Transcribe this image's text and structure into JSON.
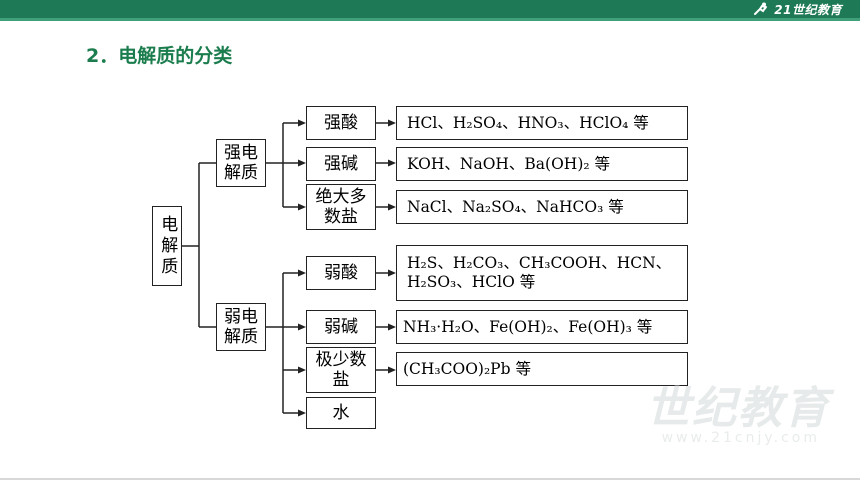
{
  "header": {
    "logo_text": "21世纪教育",
    "accent_color": "#1e7a56"
  },
  "title": "2．电解质的分类",
  "root": "电解质",
  "branches": {
    "strong": {
      "label": "强电解质",
      "items": [
        {
          "label": "强酸",
          "content": "HCl、H₂SO₄、HNO₃、HClO₄ 等"
        },
        {
          "label": "强碱",
          "content": "KOH、NaOH、Ba(OH)₂ 等"
        },
        {
          "label": "绝大多数盐",
          "content": "NaCl、Na₂SO₄、NaHCO₃ 等"
        }
      ]
    },
    "weak": {
      "label": "弱电解质",
      "items": [
        {
          "label": "弱酸",
          "content_line1": "H₂S、H₂CO₃、CH₃COOH、HCN、",
          "content_line2": "H₂SO₃、HClO 等"
        },
        {
          "label": "弱碱",
          "content": "NH₃·H₂O、Fe(OH)₂、Fe(OH)₃ 等"
        },
        {
          "label": "极少数盐",
          "content": "(CH₃COO)₂Pb 等"
        },
        {
          "label": "水"
        }
      ]
    }
  },
  "watermark": "世纪教育",
  "watermark_sub": "www.21cnjy.com"
}
